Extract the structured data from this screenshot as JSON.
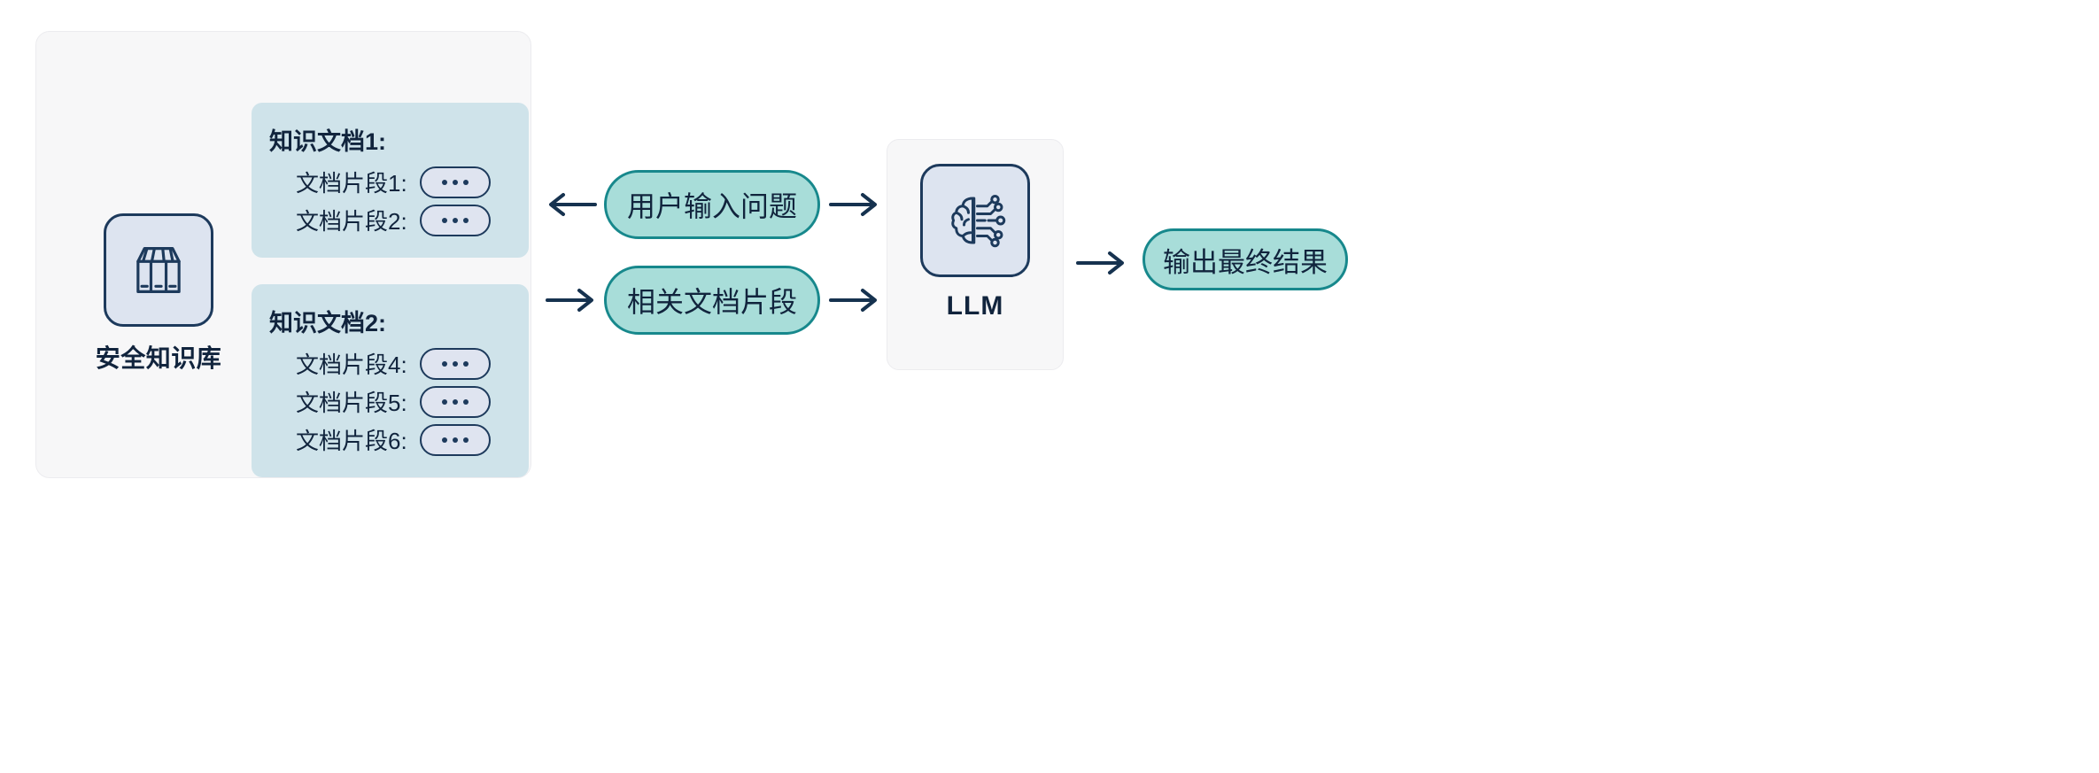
{
  "knowledge_base": {
    "caption": "安全知识库",
    "icon": "books-archive-icon",
    "documents": [
      {
        "title": "知识文档1:",
        "fragments": [
          {
            "label": "文档片段1:",
            "chip": "..."
          },
          {
            "label": "文档片段2:",
            "chip": "..."
          }
        ]
      },
      {
        "title": "知识文档2:",
        "fragments": [
          {
            "label": "文档片段4:",
            "chip": "..."
          },
          {
            "label": "文档片段5:",
            "chip": "..."
          },
          {
            "label": "文档片段6:",
            "chip": "..."
          }
        ]
      }
    ]
  },
  "flow": {
    "query_pill": "用户输入问题",
    "chunks_pill": "相关文档片段",
    "output_pill": "输出最终结果"
  },
  "llm": {
    "caption": "LLM",
    "icon": "brain-circuit-icon"
  },
  "arrows": [
    {
      "name": "arrow-query-to-knowledge-base",
      "direction": "left"
    },
    {
      "name": "arrow-query-to-llm",
      "direction": "right"
    },
    {
      "name": "arrow-knowledge-base-to-chunks",
      "direction": "right"
    },
    {
      "name": "arrow-chunks-to-llm",
      "direction": "right"
    },
    {
      "name": "arrow-llm-to-output",
      "direction": "right"
    }
  ],
  "colors": {
    "panel_bg": "#f7f7f8",
    "doc_card_bg": "#cfe3ea",
    "icon_box_bg": "#dde4f0",
    "chip_bg": "#dfe4f0",
    "pill_bg": "#a8ddd9",
    "pill_border": "#17888c",
    "ink": "#11243d",
    "stroke": "#1d3a5c"
  }
}
